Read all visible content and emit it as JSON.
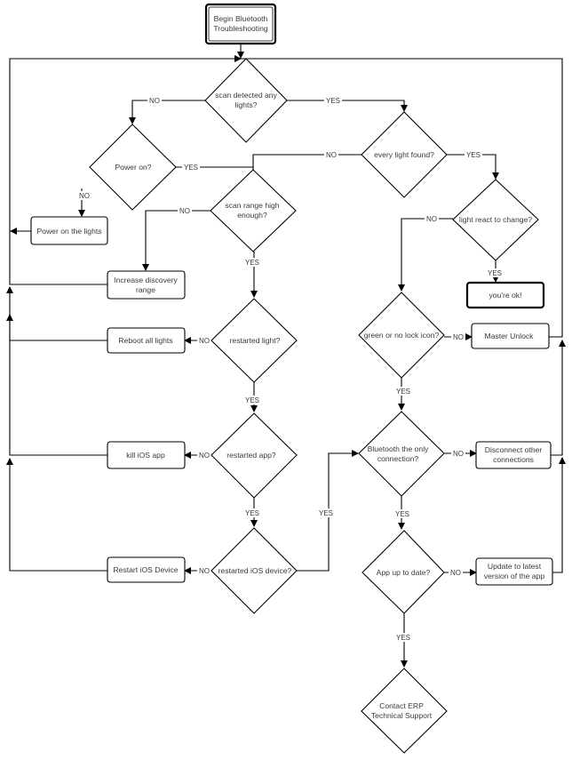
{
  "diagram": {
    "nodes": {
      "begin": "Begin Bluetooth|Troubleshooting",
      "scan_detected": "scan detected any|lights?",
      "power_on": "Power on?",
      "power_on_lights": "Power on the lights",
      "every_light": "every light found?",
      "scan_range": "scan range high|enough?",
      "increase_range": "Increase discovery|range",
      "light_react": "light react to change?",
      "youre_ok": "you're ok!",
      "restarted_light": "restarted light?",
      "reboot_lights": "Reboot all lights",
      "green_icon": "green or no lock icon?",
      "master_unlock": "Master Unlock",
      "restarted_app": "restarted app?",
      "kill_app": "kill iOS app",
      "bt_only": "Bluetooth the only|connection?",
      "disconnect_other": "Disconnect other|connections",
      "restarted_device": "restarted iOS device?",
      "restart_device": "Restart iOS Device",
      "app_up_to_date": "App up to date?",
      "update_app": "Update to latest|version of the app",
      "contact_support": "Contact ERP|Technical Support"
    },
    "edge_labels": {
      "yes": "YES",
      "no": "NO"
    }
  }
}
